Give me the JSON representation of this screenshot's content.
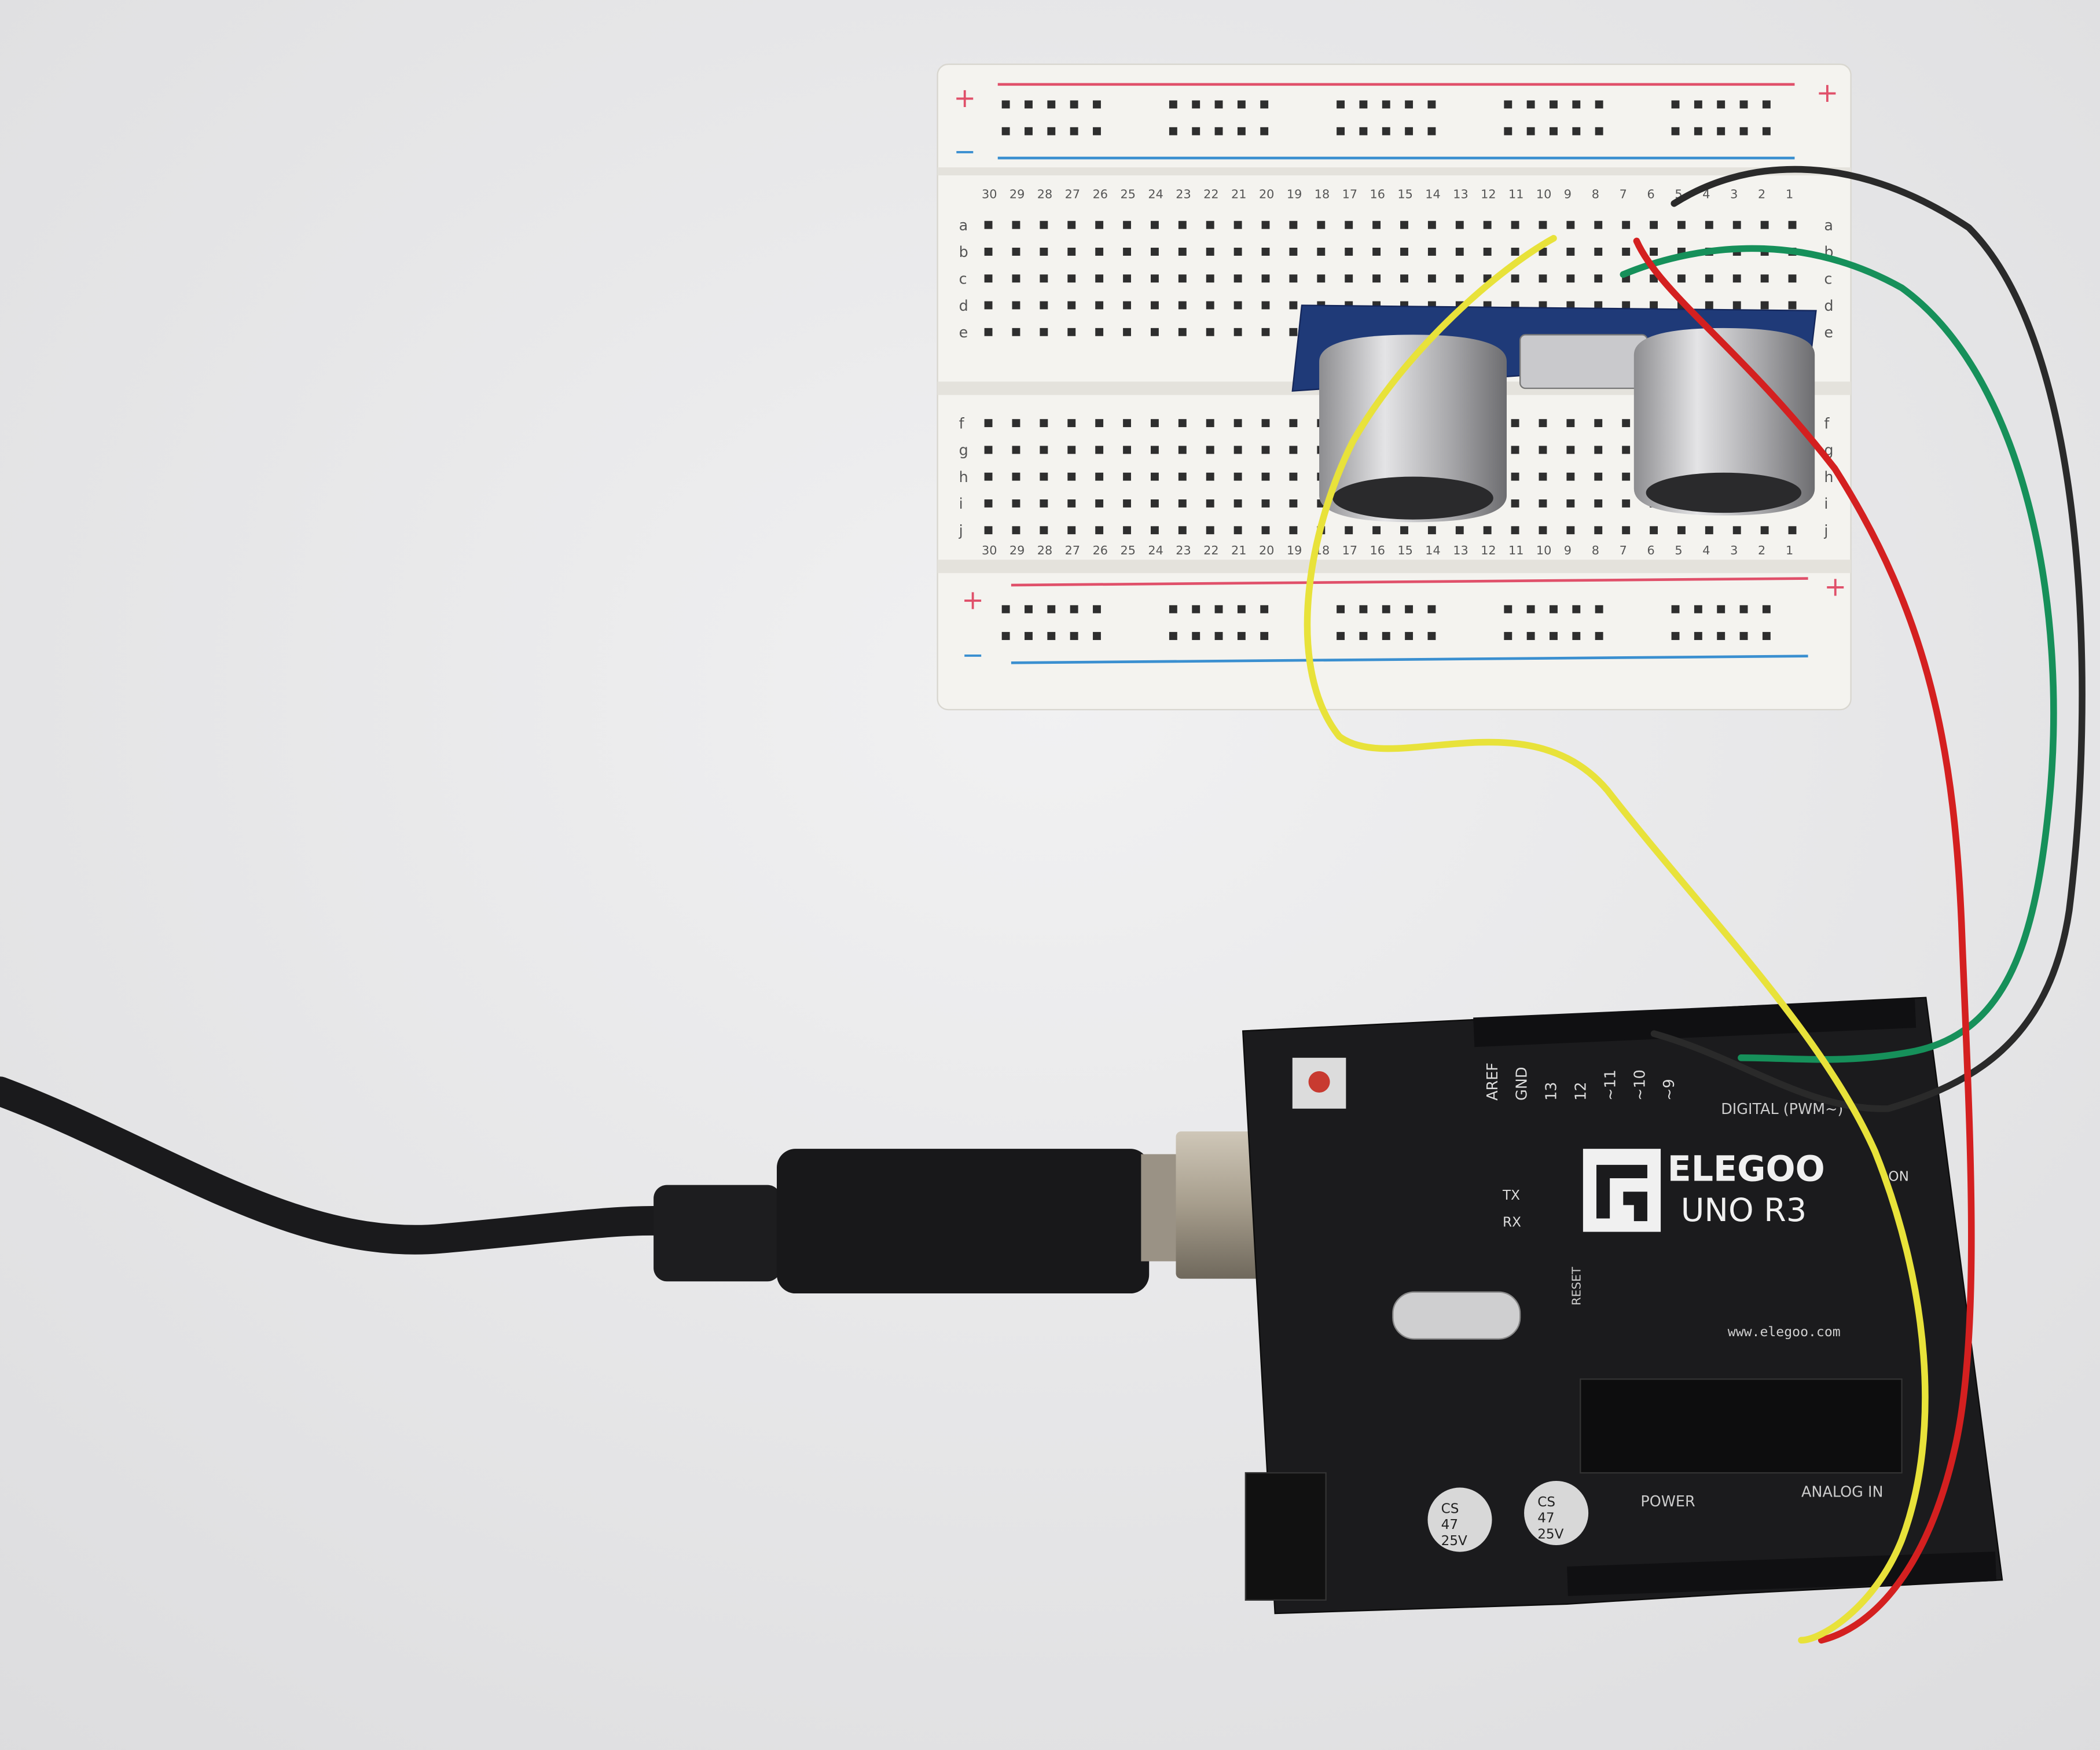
{
  "colors": {
    "background": "#e9e9ea",
    "breadboard": "#f3f2ee",
    "rail_positive": "#e0506a",
    "rail_negative": "#3a8fd0",
    "arduino_pcb": "#1b1b1d",
    "sensor_pcb": "#1f3a78",
    "wire_yellow": "#e8e23a",
    "wire_red": "#d42020",
    "wire_green": "#16905a",
    "wire_black": "#2a2a2a",
    "usb_cable": "#1a1a1c"
  },
  "breadboard": {
    "plus_sign": "+",
    "minus_sign": "−",
    "row_letters_top": [
      "a",
      "b",
      "c",
      "d",
      "e"
    ],
    "row_letters_bottom": [
      "f",
      "g",
      "h",
      "i",
      "j"
    ],
    "column_numbers": [
      30,
      29,
      28,
      27,
      26,
      25,
      24,
      23,
      22,
      21,
      20,
      19,
      18,
      17,
      16,
      15,
      14,
      13,
      12,
      11,
      10,
      9,
      8,
      7,
      6,
      5,
      4,
      3,
      2,
      1
    ]
  },
  "arduino": {
    "brand": "ELEGOO",
    "model": "UNO R3",
    "website": "www.elegoo.com",
    "on_label": "ON",
    "tx_label": "TX",
    "rx_label": "RX",
    "header_labels": [
      "AREF",
      "GND",
      "13",
      "12",
      "~11",
      "~10",
      "~9"
    ],
    "digital_label": "DIGITAL (PWM~)",
    "power_label": "POWER",
    "analog_label": "ANALOG IN",
    "capacitor_label": [
      "CS",
      "47",
      "25V"
    ],
    "reset_label": "RESET"
  },
  "sensor": {
    "type": "ultrasonic-sensor"
  }
}
